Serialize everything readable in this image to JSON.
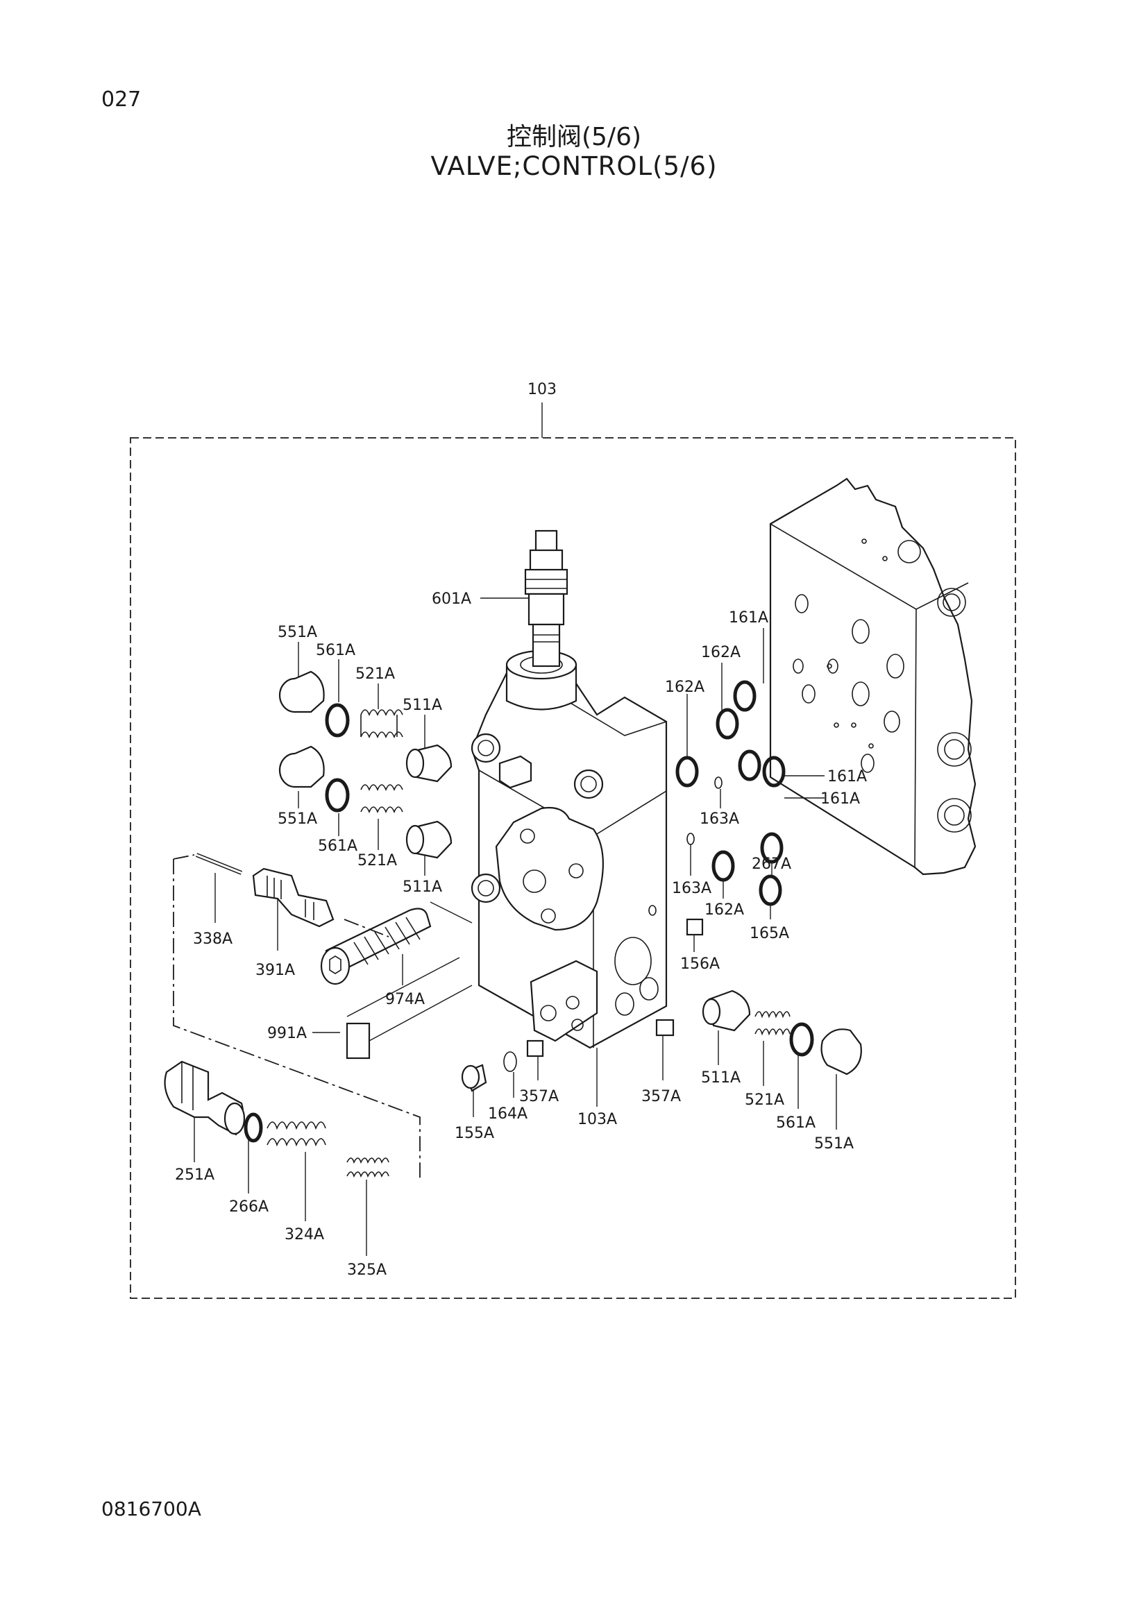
{
  "header": {
    "page_number": "027",
    "title_cn": "控制阀(5/6)",
    "title_en": "VALVE;CONTROL(5/6)"
  },
  "footer": {
    "doc_code": "0816700A"
  },
  "diagram": {
    "assembly_label": "103",
    "labels": {
      "p601A": "601A",
      "p551A_1": "551A",
      "p561A_1": "561A",
      "p521A_1": "521A",
      "p511A_1": "511A",
      "p551A_2": "551A",
      "p561A_2": "561A",
      "p521A_2": "521A",
      "p511A_2": "511A",
      "p338A": "338A",
      "p391A": "391A",
      "p974A": "974A",
      "p991A": "991A",
      "p251A": "251A",
      "p266A": "266A",
      "p324A": "324A",
      "p325A": "325A",
      "p155A": "155A",
      "p164A": "164A",
      "p357A_1": "357A",
      "p103A": "103A",
      "p357A_2": "357A",
      "p511A_3": "511A",
      "p521A_3": "521A",
      "p561A_3": "561A",
      "p551A_3": "551A",
      "p161A_1": "161A",
      "p162A_1": "162A",
      "p162A_2": "162A",
      "p161A_2": "161A",
      "p161A_3": "161A",
      "p163A_1": "163A",
      "p163A_2": "163A",
      "p162A_3": "162A",
      "p267A": "267A",
      "p165A": "165A",
      "p156A": "156A"
    }
  }
}
